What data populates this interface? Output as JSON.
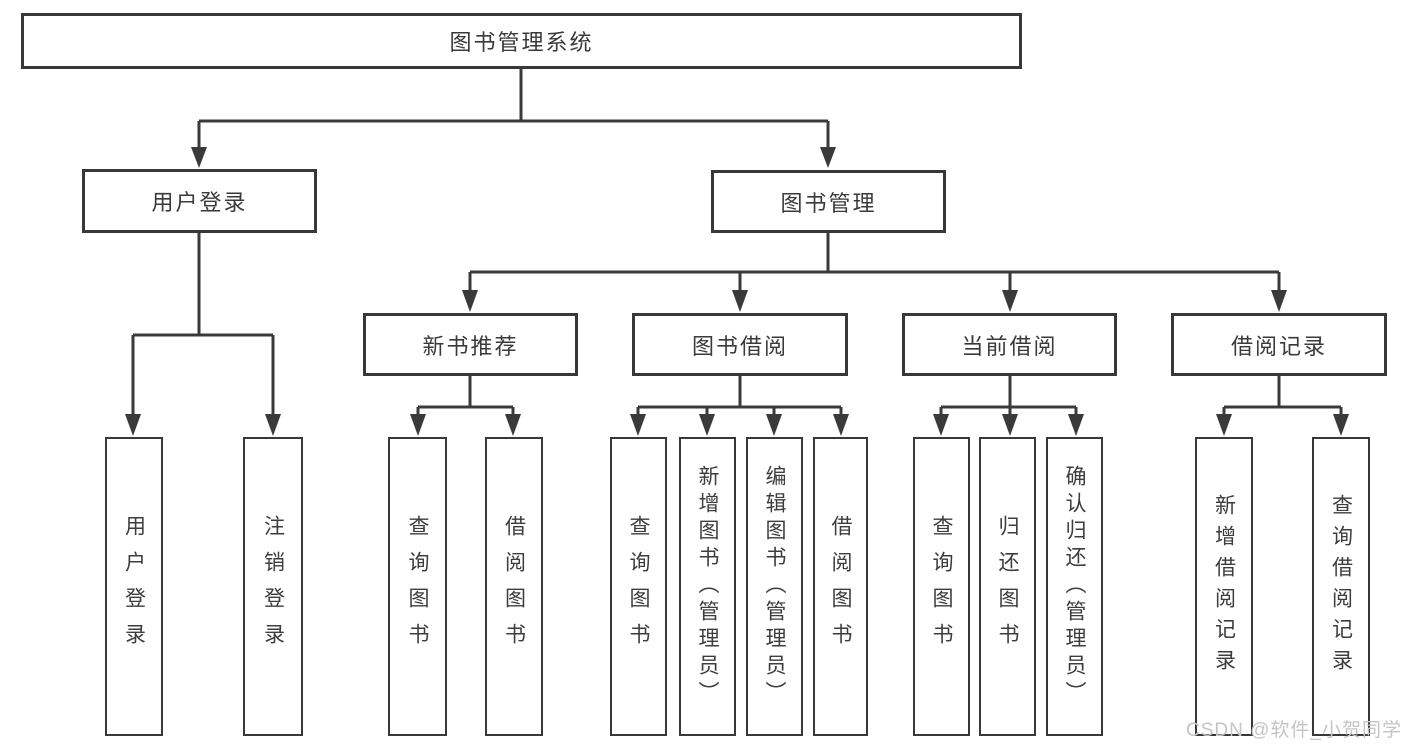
{
  "d": {
    "root_label": "图书管理系统",
    "level2": {
      "user_login": "用户登录",
      "book_mgmt": "图书管理"
    },
    "level3": {
      "new_book": "新书推荐",
      "book_borrow": "图书借阅",
      "current_borrow": "当前借阅",
      "borrow_record": "借阅记录"
    },
    "leaves": {
      "g1": [
        "用户登录",
        "注销登录"
      ],
      "g2": [
        "查询图书",
        "借阅图书"
      ],
      "g3": [
        "查询图书",
        "新增图书（管理员）",
        "编辑图书（管理员）",
        "借阅图书"
      ],
      "g4": [
        "查询图书",
        "归还图书",
        "确认归还（管理员）"
      ],
      "g5": [
        "新增借阅记录",
        "查询借阅记录"
      ]
    },
    "watermark": "CSDN @软件_小贺同学",
    "colors": {
      "line": "#3a3a3a",
      "border": "#383838",
      "text": "#3a3a3a",
      "watermark": "#c5c5c5",
      "background": "#ffffff"
    }
  }
}
